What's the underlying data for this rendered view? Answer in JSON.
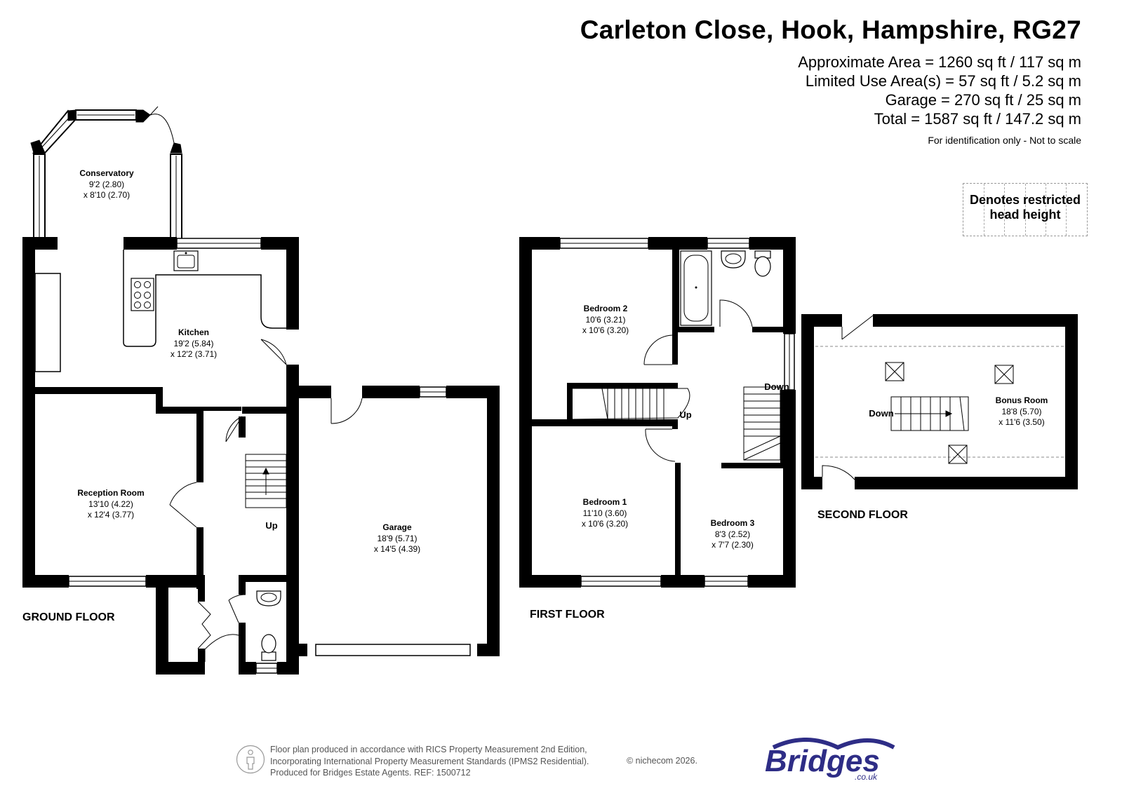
{
  "header": {
    "title": "Carleton Close, Hook, Hampshire, RG27",
    "areas": [
      "Approximate Area = 1260 sq ft / 117 sq m",
      "Limited Use Area(s) = 57 sq ft / 5.2 sq m",
      "Garage = 270 sq ft / 25 sq m",
      "Total = 1587 sq ft / 147.2 sq m"
    ],
    "note": "For identification only - Not to scale"
  },
  "legend": {
    "line1": "Denotes restricted",
    "line2": "head height"
  },
  "floors": {
    "ground": "GROUND FLOOR",
    "first": "FIRST FLOOR",
    "second": "SECOND FLOOR"
  },
  "rooms": {
    "conservatory": {
      "name": "Conservatory",
      "dim1": "9'2 (2.80)",
      "dim2": "x 8'10 (2.70)"
    },
    "kitchen": {
      "name": "Kitchen",
      "dim1": "19'2 (5.84)",
      "dim2": "x 12'2 (3.71)"
    },
    "reception": {
      "name": "Reception Room",
      "dim1": "13'10 (4.22)",
      "dim2": "x 12'4 (3.77)"
    },
    "garage": {
      "name": "Garage",
      "dim1": "18'9 (5.71)",
      "dim2": "x 14'5 (4.39)"
    },
    "bedroom2": {
      "name": "Bedroom 2",
      "dim1": "10'6 (3.21)",
      "dim2": "x 10'6 (3.20)"
    },
    "bedroom1": {
      "name": "Bedroom 1",
      "dim1": "11'10 (3.60)",
      "dim2": "x 10'6 (3.20)"
    },
    "bedroom3": {
      "name": "Bedroom 3",
      "dim1": "8'3 (2.52)",
      "dim2": "x 7'7 (2.30)"
    },
    "bonus": {
      "name": "Bonus Room",
      "dim1": "18'8 (5.70)",
      "dim2": "x 11'6 (3.50)"
    }
  },
  "stairs": {
    "ground_up": "Up",
    "first_up": "Up",
    "first_down": "Down",
    "second_down": "Down"
  },
  "footer": {
    "line1": "Floor plan produced in accordance with RICS Property Measurement 2nd Edition,",
    "line2": "Incorporating International Property Measurement Standards (IPMS2 Residential).",
    "line3": "Produced for Bridges Estate Agents.   REF: 1500712",
    "copyright": "© nichecom 2026."
  },
  "brand": {
    "name": "Bridges",
    "domain": ".co.uk",
    "color": "#2e2d86"
  }
}
